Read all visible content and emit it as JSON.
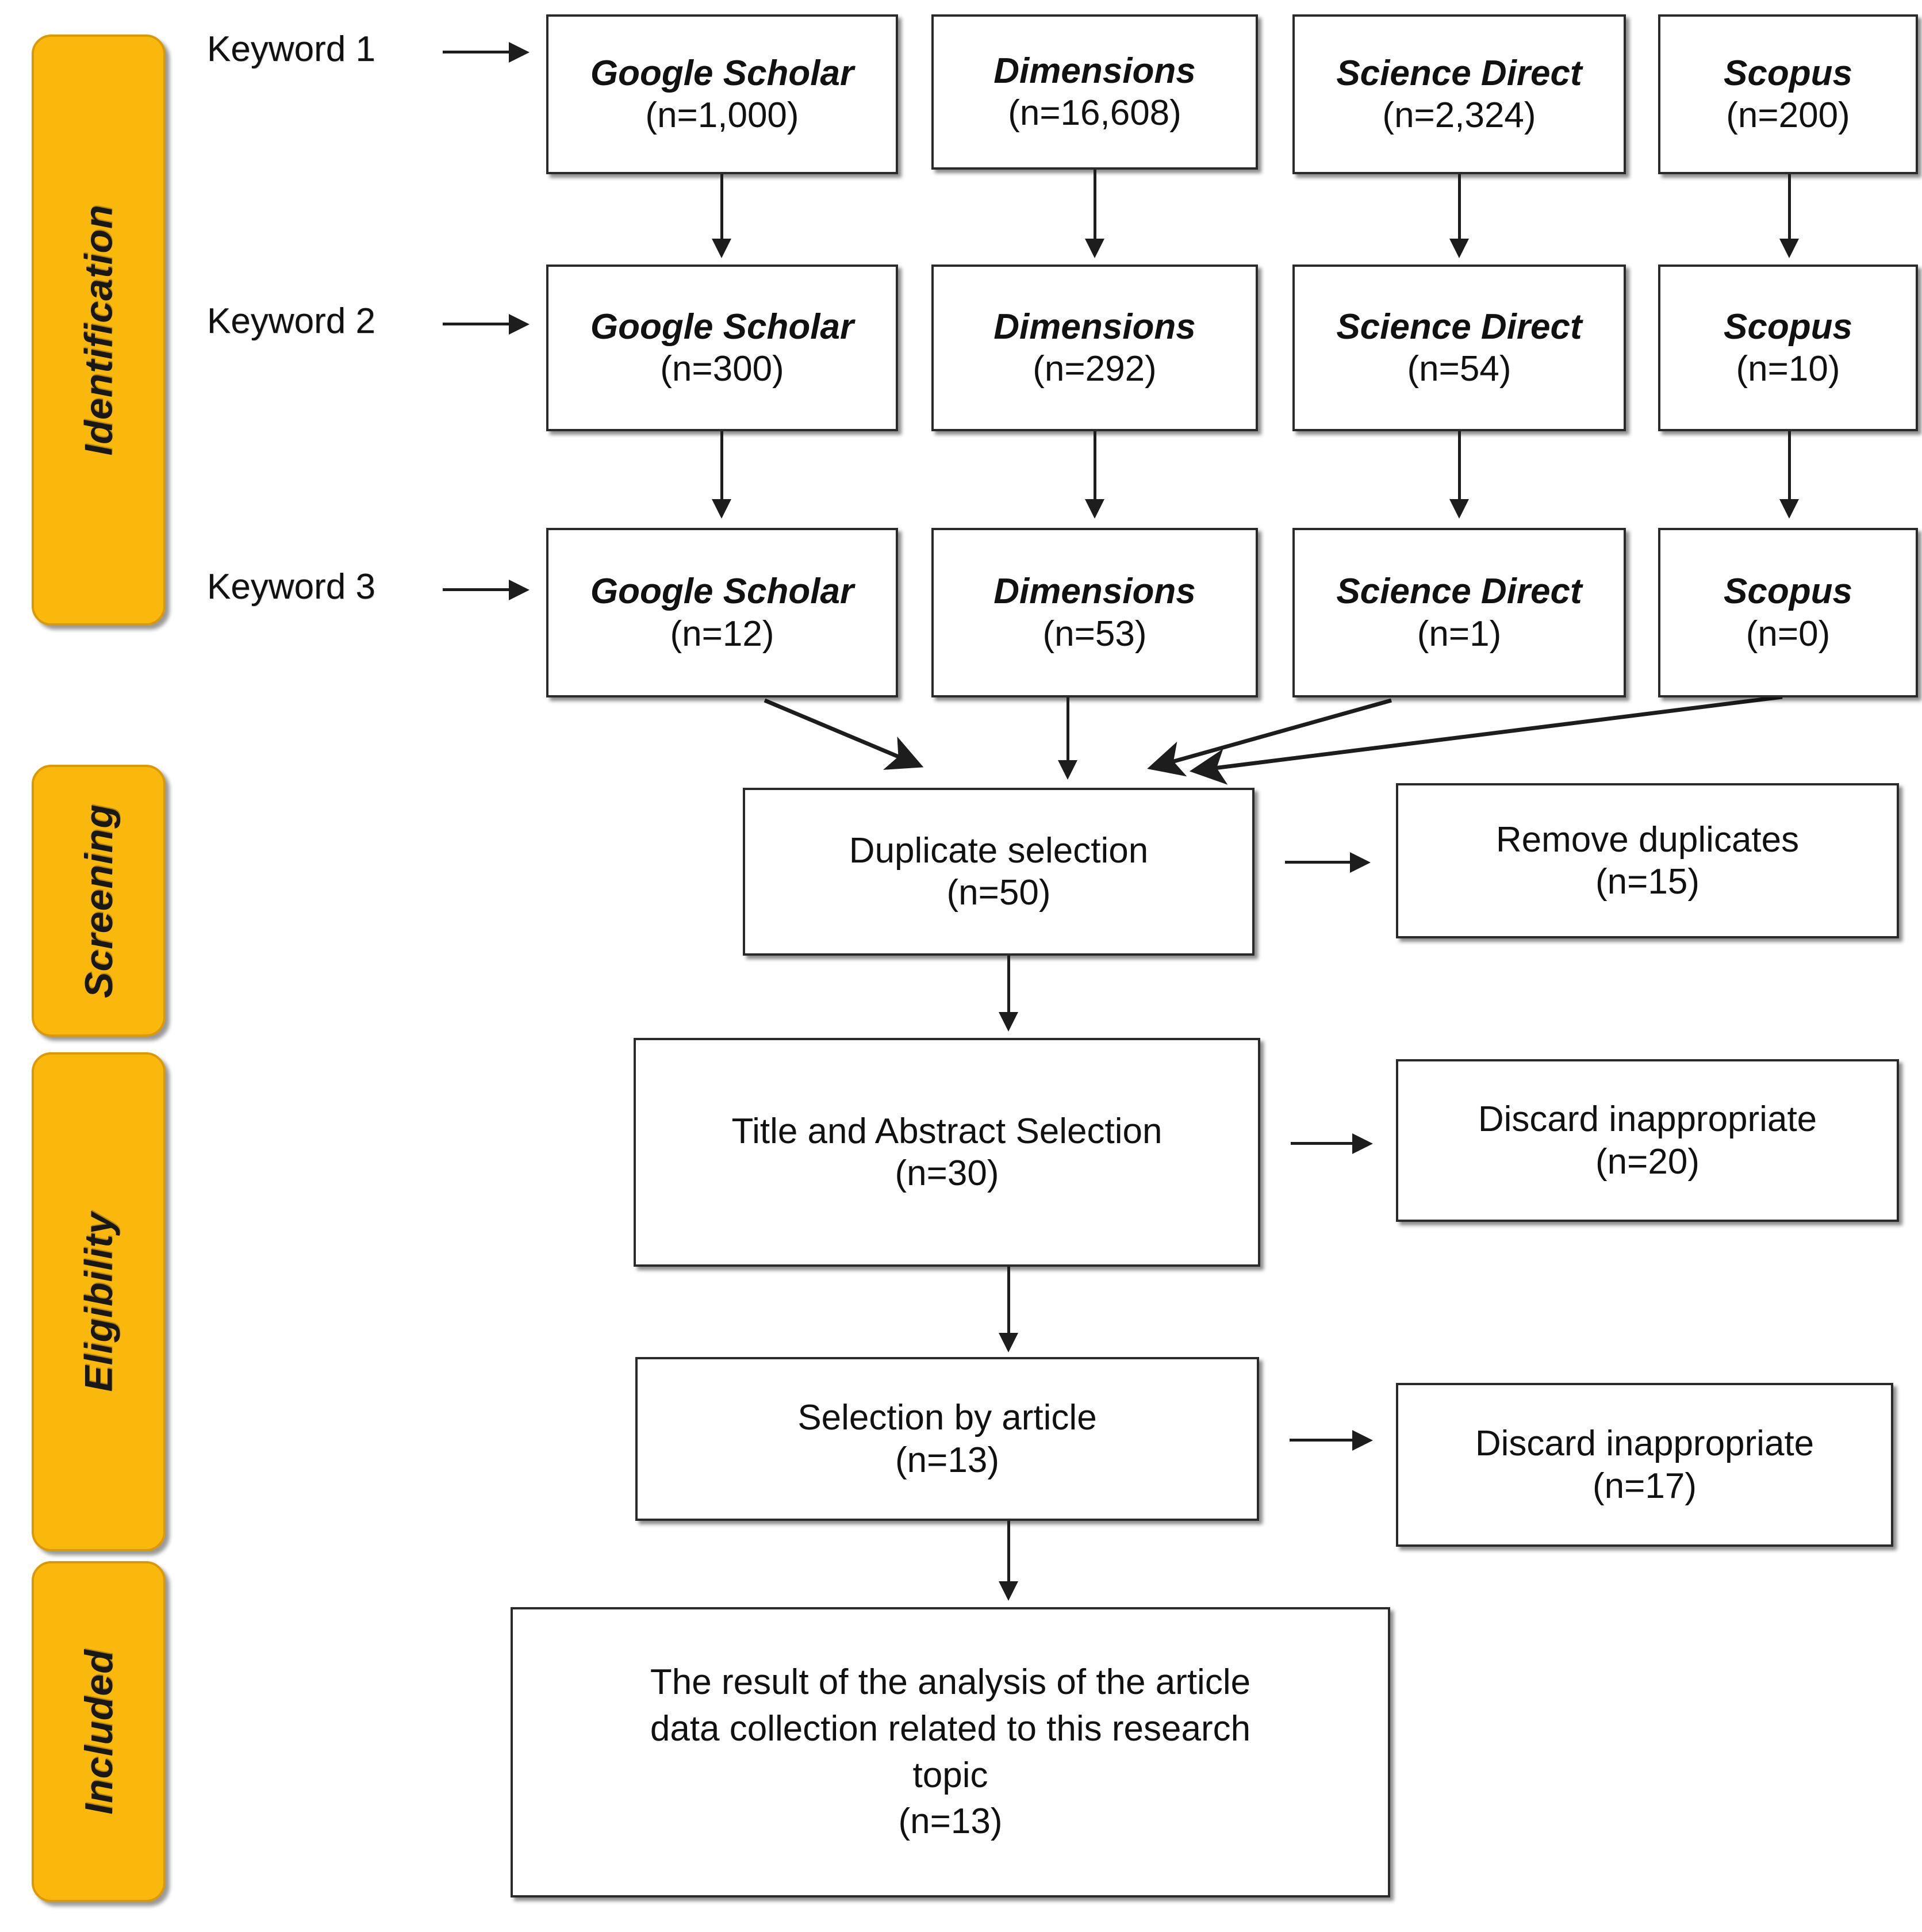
{
  "colors": {
    "stage_fill": "#FBB80C",
    "stage_border": "#D99A06",
    "box_border": "#2a2a2a",
    "line": "#1d1d1d",
    "background": "#ffffff"
  },
  "stages": [
    {
      "label": "Identification"
    },
    {
      "label": "Screening"
    },
    {
      "label": "Eligibility"
    },
    {
      "label": "Included"
    }
  ],
  "keywords": [
    {
      "label": "Keyword 1"
    },
    {
      "label": "Keyword 2"
    },
    {
      "label": "Keyword 3"
    }
  ],
  "identification": {
    "rows": [
      {
        "keyword": "Keyword 1",
        "sources": [
          {
            "name": "Google Scholar",
            "count": "(n=1,000)"
          },
          {
            "name": "Dimensions",
            "count": "(n=16,608)"
          },
          {
            "name": "Science Direct",
            "count": "(n=2,324)"
          },
          {
            "name": "Scopus",
            "count": "(n=200)"
          }
        ]
      },
      {
        "keyword": "Keyword 2",
        "sources": [
          {
            "name": "Google Scholar",
            "count": "(n=300)"
          },
          {
            "name": "Dimensions",
            "count": "(n=292)"
          },
          {
            "name": "Science Direct",
            "count": "(n=54)"
          },
          {
            "name": "Scopus",
            "count": "(n=10)"
          }
        ]
      },
      {
        "keyword": "Keyword 3",
        "sources": [
          {
            "name": "Google Scholar",
            "count": "(n=12)"
          },
          {
            "name": "Dimensions",
            "count": "(n=53)"
          },
          {
            "name": "Science Direct",
            "count": "(n=1)"
          },
          {
            "name": "Scopus",
            "count": "(n=0)"
          }
        ]
      }
    ]
  },
  "screening": {
    "main": {
      "name": "Duplicate selection",
      "count": "(n=50)"
    },
    "excluded": {
      "name": "Remove duplicates",
      "count": "(n=15)"
    }
  },
  "eligibility": {
    "title_abstract": {
      "name": "Title and Abstract Selection",
      "count": "(n=30)"
    },
    "title_excluded": {
      "name": "Discard inappropriate",
      "count": "(n=20)"
    },
    "article": {
      "name": "Selection by article",
      "count": "(n=13)"
    },
    "article_excluded": {
      "name": "Discard inappropriate",
      "count": "(n=17)"
    }
  },
  "included": {
    "result": {
      "line1": "The result of the analysis of the article",
      "line2": "data collection related to this research",
      "line3": "topic",
      "count": "(n=13)"
    }
  }
}
